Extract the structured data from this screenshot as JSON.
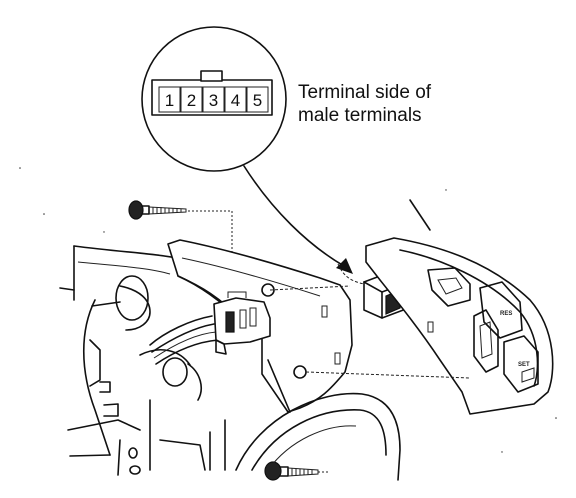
{
  "connector": {
    "terminals": [
      "1",
      "2",
      "3",
      "4",
      "5"
    ]
  },
  "callout": {
    "line1": "Terminal side of",
    "line2": "male terminals"
  },
  "switch_labels": {
    "resume": "RES",
    "set": "SET"
  }
}
